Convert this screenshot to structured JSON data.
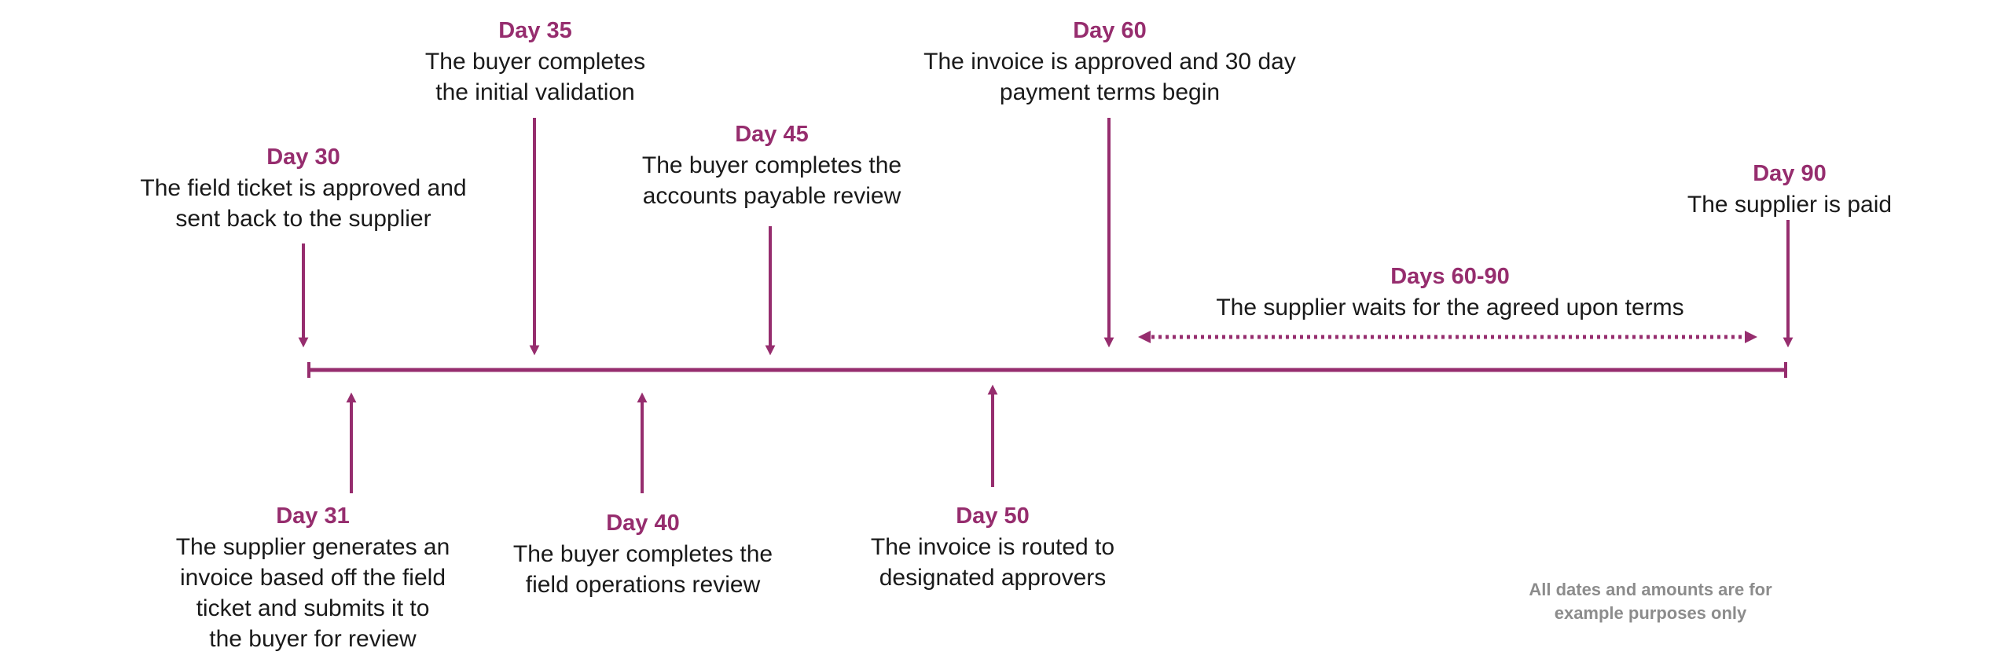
{
  "colors": {
    "accent": "#962d6e",
    "text": "#1a1a1a",
    "muted": "#8c8c8c"
  },
  "events": {
    "day30": {
      "day": "Day 30",
      "lines": [
        "The field ticket is approved and",
        "sent back to the supplier"
      ]
    },
    "day35": {
      "day": "Day 35",
      "lines": [
        "The buyer completes",
        "the initial validation"
      ]
    },
    "day45": {
      "day": "Day 45",
      "lines": [
        "The buyer completes the",
        "accounts payable review"
      ]
    },
    "day60": {
      "day": "Day 60",
      "lines": [
        "The invoice is approved and 30 day",
        "payment terms begin"
      ]
    },
    "day90": {
      "day": "Day 90",
      "lines": [
        "The supplier is paid"
      ]
    },
    "days60_90": {
      "day": "Days 60-90",
      "lines": [
        "The supplier waits for the agreed upon terms"
      ]
    },
    "day31": {
      "day": "Day 31",
      "lines": [
        "The supplier generates an",
        "invoice based off the field",
        "ticket and submits it to",
        "the buyer for review"
      ]
    },
    "day40": {
      "day": "Day 40",
      "lines": [
        "The buyer completes the",
        "field operations review"
      ]
    },
    "day50": {
      "day": "Day 50",
      "lines": [
        "The invoice is routed to",
        "designated approvers"
      ]
    }
  },
  "disclaimer": {
    "lines": [
      "All dates and amounts are for",
      "example purposes only"
    ]
  }
}
